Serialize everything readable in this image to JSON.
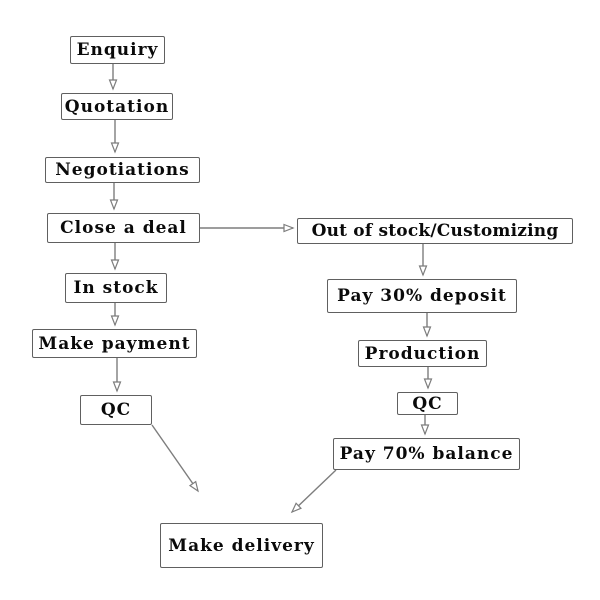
{
  "flowchart": {
    "nodes": {
      "enquiry": "Enquiry",
      "quotation": "Quotation",
      "negotiations": "Negotiations",
      "close_deal": "Close a deal",
      "in_stock": "In stock",
      "make_payment": "Make payment",
      "qc_left": "QC",
      "make_delivery": "Make delivery",
      "out_of_stock": "Out of stock/Customizing",
      "pay_deposit": "Pay 30% deposit",
      "production": "Production",
      "qc_right": "QC",
      "pay_balance": "Pay 70% balance"
    },
    "edges": [
      {
        "from": "enquiry",
        "to": "quotation"
      },
      {
        "from": "quotation",
        "to": "negotiations"
      },
      {
        "from": "negotiations",
        "to": "close_deal"
      },
      {
        "from": "close_deal",
        "to": "in_stock"
      },
      {
        "from": "close_deal",
        "to": "out_of_stock"
      },
      {
        "from": "in_stock",
        "to": "make_payment"
      },
      {
        "from": "make_payment",
        "to": "qc_left"
      },
      {
        "from": "qc_left",
        "to": "make_delivery"
      },
      {
        "from": "out_of_stock",
        "to": "pay_deposit"
      },
      {
        "from": "pay_deposit",
        "to": "production"
      },
      {
        "from": "production",
        "to": "qc_right"
      },
      {
        "from": "qc_right",
        "to": "pay_balance"
      },
      {
        "from": "pay_balance",
        "to": "make_delivery"
      }
    ],
    "colors": {
      "background": "#ffffff",
      "box_fill": "#ffffff",
      "box_border": "#606060",
      "arrow": "#7d7d7d",
      "text": "#0a0a0a"
    }
  }
}
